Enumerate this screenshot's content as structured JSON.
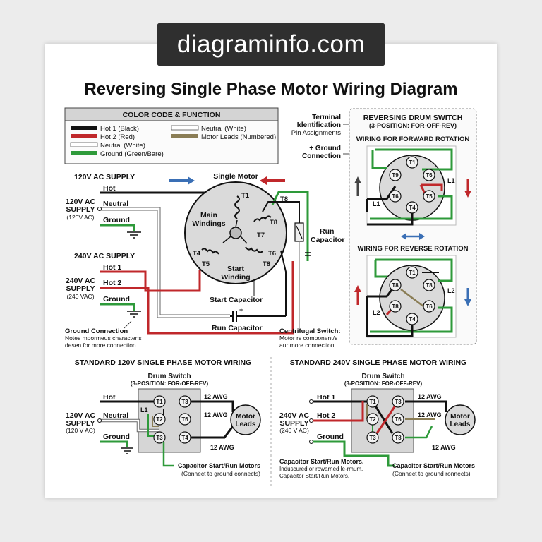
{
  "watermark": "diagraminfo.com",
  "title": "Reversing Single Phase Motor Wiring Diagram",
  "colors": {
    "hot1": "#111111",
    "hot2": "#c0282b",
    "neutral": "#ffffff",
    "ground": "#2e9a3a",
    "leads": "#8a7d55",
    "blue_arrow": "#3a6fb5",
    "red_arrow": "#c0282b",
    "motor_fill": "#dadada",
    "box_fill": "#d6d6d6"
  },
  "legend": {
    "heading": "COLOR CODE & FUNCTION",
    "left": [
      "Hot 1 (Black)",
      "Hot 2 (Red)",
      "Neutral (White)",
      "Ground (Green/Bare)"
    ],
    "right": [
      "Neutral (White)",
      "Motor Leads (Numbered)"
    ]
  },
  "terminal_note": {
    "l1": "Terminal",
    "l2": "Identification",
    "l3": "Pin Assignments"
  },
  "ground_conn": {
    "l1": "+ Ground",
    "l2": "Connection"
  },
  "supply120": {
    "heading": "120V AC SUPPLY",
    "hot": "Hot",
    "label_l1": "120V AC",
    "label_l2": "SUPPLY",
    "label_l3": "(120V AC)",
    "neutral": "Neutral",
    "ground": "Ground"
  },
  "supply240": {
    "heading": "240V AC SUPPLY",
    "hot1": "Hot 1",
    "hot2": "Hot 2",
    "label_l1": "240V AC",
    "label_l2": "SUPPLY",
    "label_l3": "(240 VAC)",
    "ground": "Ground"
  },
  "motor": {
    "heading": "Single Motor",
    "main1": "Main",
    "main2": "Windings",
    "start1": "Start",
    "start2": "Winding",
    "terminals": [
      "T1",
      "T8",
      "T8",
      "T7",
      "T4",
      "T5",
      "T6",
      "T8"
    ]
  },
  "run_cap_right": {
    "l1": "Run",
    "l2": "Capacitor"
  },
  "start_cap": "Start Capacitor",
  "run_cap": "Run Capacitor",
  "ground_note": {
    "l1": "Ground Connection",
    "l2": "Notes moormeus charactens",
    "l3": "desen for more connection"
  },
  "centrifugal_note": {
    "l1": "Centrifugal Switch:",
    "l2": "Motor rs component/s",
    "l3": "aur more connection"
  },
  "drum": {
    "heading": "REVERSING DRUM SWITCH",
    "sub": "(3-POSITION: FOR-OFF-REV)",
    "forward": {
      "title": "WIRING FOR FORWARD ROTATION",
      "pins": [
        "T1",
        "T9",
        "T6",
        "T6",
        "T5",
        "T4"
      ],
      "l1_right": "L1",
      "l1_left": "L1"
    },
    "reverse": {
      "title": "WIRING FOR REVERSE ROTATION",
      "pins": [
        "T1",
        "T8",
        "T8",
        "T8",
        "T6",
        "T4"
      ],
      "l2_right": "L2",
      "l2_left": "L2"
    }
  },
  "std120": {
    "title": "STANDARD 120V SINGLE PHASE MOTOR WIRING",
    "drum_l1": "Drum Switch",
    "drum_l2": "(3-POSITION: FOR-OFF-REV)",
    "hot": "Hot",
    "supply_l1": "120V AC",
    "supply_l2": "SUPPLY",
    "supply_l3": "(120 V AC)",
    "neutral": "Neutral",
    "ground": "Ground",
    "l1": "L1",
    "terms": [
      "T1",
      "T3",
      "T2",
      "T6",
      "T3",
      "T4"
    ],
    "awg": "12 AWG",
    "motor_l1": "Motor",
    "motor_l2": "Leads",
    "note_l1": "Capacitor Start/Run Motors",
    "note_l2": "(Connect to ground connects)"
  },
  "std240": {
    "title": "STANDARD 240V SINGLE PHASE MOTOR WIRING",
    "drum_l1": "Drum Switch",
    "drum_l2": "(3-POSITION: FOR-OFF-REV)",
    "hot1": "Hot 1",
    "hot2": "Hot 2",
    "supply_l1": "240V AC",
    "supply_l2": "SUPPLY",
    "supply_l3": "(240 V AC)",
    "ground": "Ground",
    "terms": [
      "T1",
      "T3",
      "T2",
      "T6",
      "T3",
      "T8"
    ],
    "awg": "12 AWG",
    "motor_l1": "Motor",
    "motor_l2": "Leads",
    "left_note_l1": "Capacitor Start/Run Motors.",
    "left_note_l2": "Induscured or rowarned le-rmum.",
    "left_note_l3": "Capacitor Start/Run Motors.",
    "note_l1": "Capacitor Start/Run Motors",
    "note_l2": "(Connect to ground ronnects)"
  }
}
